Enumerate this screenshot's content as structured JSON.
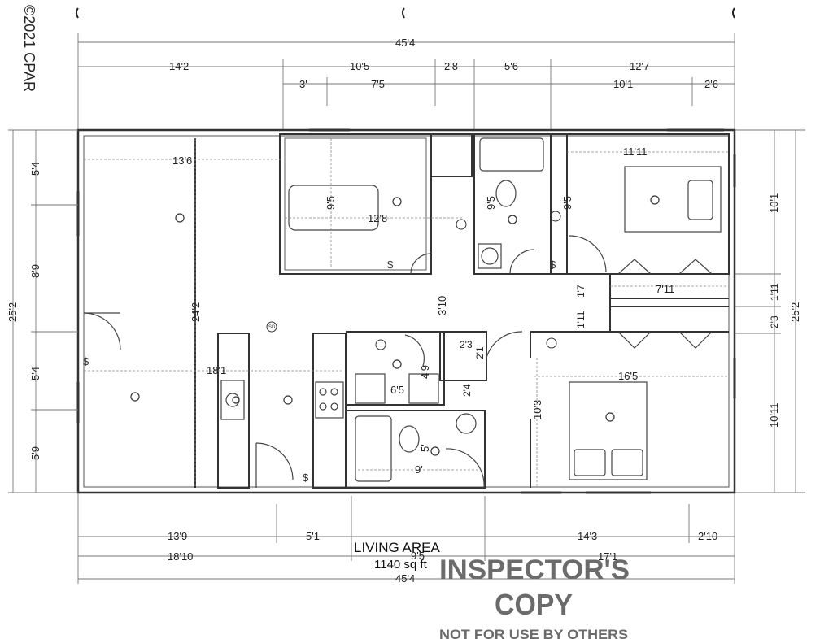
{
  "copyright": "©2021 CPAR",
  "top_dims": {
    "overall": "45'4",
    "row1": [
      "14'2",
      "10'5",
      "2'8",
      "5'6",
      "12'7"
    ],
    "row2": [
      "3'",
      "7'5",
      "10'1",
      "2'6"
    ]
  },
  "bottom_dims": {
    "row1": [
      "13'9",
      "5'1",
      "14'3",
      "2'10"
    ],
    "row2": [
      "18'10",
      "9'5",
      "17'1"
    ],
    "overall": "45'4"
  },
  "left_dims": [
    "5'4",
    "8'9",
    "5'4",
    "5'9"
  ],
  "left_overall": "25'2",
  "right_dims": [
    "10'1",
    "1'11",
    "2'3",
    "10'11"
  ],
  "right_overall": "25'2",
  "rooms": {
    "living_width": "13'6",
    "living_depth": "24'2",
    "kitchen": "18'1",
    "bed2_depth": "9'5",
    "bed2_width": "12'8",
    "bath1_depth": "9'5",
    "bed3_depth": "9'5",
    "bed3_width": "11'11",
    "closet": "7'11",
    "hall": "3'10",
    "hall2": "1'7",
    "hall3": "1'11",
    "laundry_depth": "6'5",
    "laundry_width": "4'9",
    "linen1": "2'3",
    "linen2": "2'1",
    "linen3": "2'4",
    "master_width": "16'5",
    "master_depth": "10'3",
    "bath2_depth": "5'",
    "bath2_width": "9'"
  },
  "living_area": {
    "label": "LIVING AREA",
    "value": "1140 sq ft"
  },
  "stamp": {
    "line1": "INSPECTOR'S",
    "line2": "COPY",
    "line3": "NOT FOR USE BY OTHERS"
  },
  "symbols": {
    "smoke": "SD",
    "switch": "$"
  }
}
